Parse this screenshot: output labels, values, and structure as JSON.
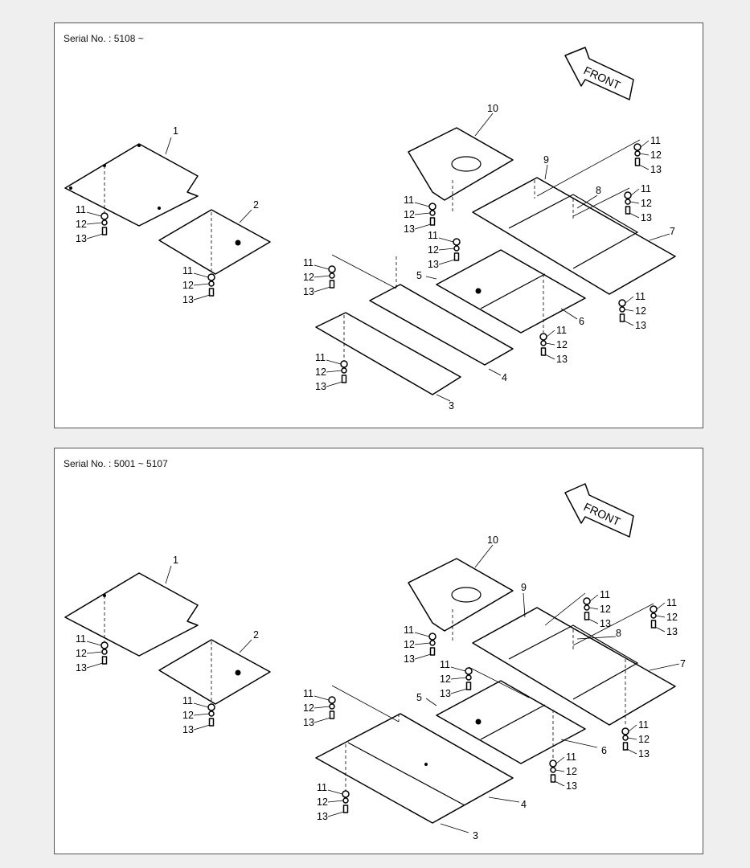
{
  "panels": [
    {
      "serial": "Serial No. : 5108 ~",
      "front": "FRONT"
    },
    {
      "serial": "Serial No. : 5001 ~ 5107",
      "front": "FRONT"
    }
  ],
  "labels": {
    "p1": "1",
    "p2": "2",
    "p3": "3",
    "p4": "4",
    "p5": "5",
    "p6": "6",
    "p7": "7",
    "p8": "8",
    "p9": "9",
    "p10": "10",
    "p11": "11",
    "p12": "12",
    "p13": "13"
  }
}
